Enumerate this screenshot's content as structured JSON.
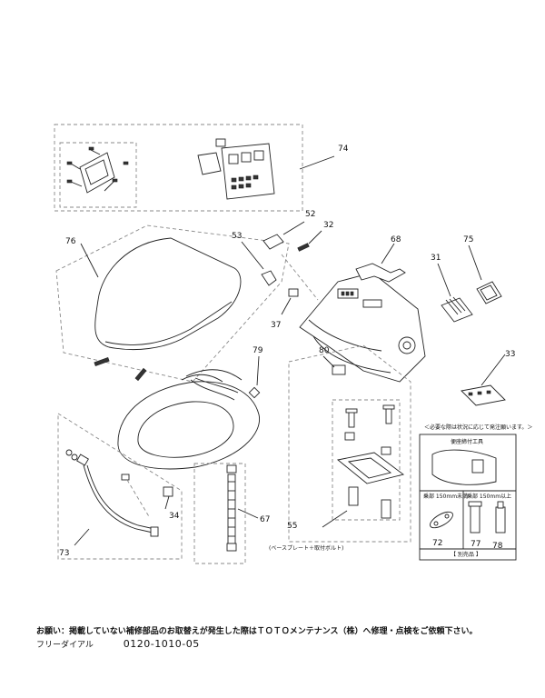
{
  "callouts": {
    "p74": "74",
    "p52": "52",
    "p32": "32",
    "p53": "53",
    "p76": "76",
    "p68": "68",
    "p31": "31",
    "p75": "75",
    "p37": "37",
    "p79": "79",
    "p80": "80",
    "p33": "33",
    "p34": "34",
    "p67": "67",
    "p55": "55",
    "p73": "73",
    "p72": "72",
    "p77": "77",
    "p78": "78"
  },
  "notes": {
    "tool_note": "＜必要な際は状況に応じて発注願います。＞",
    "tool_box_title": "便座締付工具",
    "under_150": "乗部 150mm未満",
    "over_150": "乗部 150mm以上",
    "separate": "【 別売品 】",
    "base_plate": "(ベースプレート＋取付ボルト)"
  },
  "footer": {
    "notice": "お願い：掲載していない補修部品のお取替えが発生した際はＴＯＴＯメンテナンス（株）へ修理・点検をご依頼下さい。",
    "dial_label": "フリーダイアル",
    "dial_number": "0120-1010-05"
  }
}
